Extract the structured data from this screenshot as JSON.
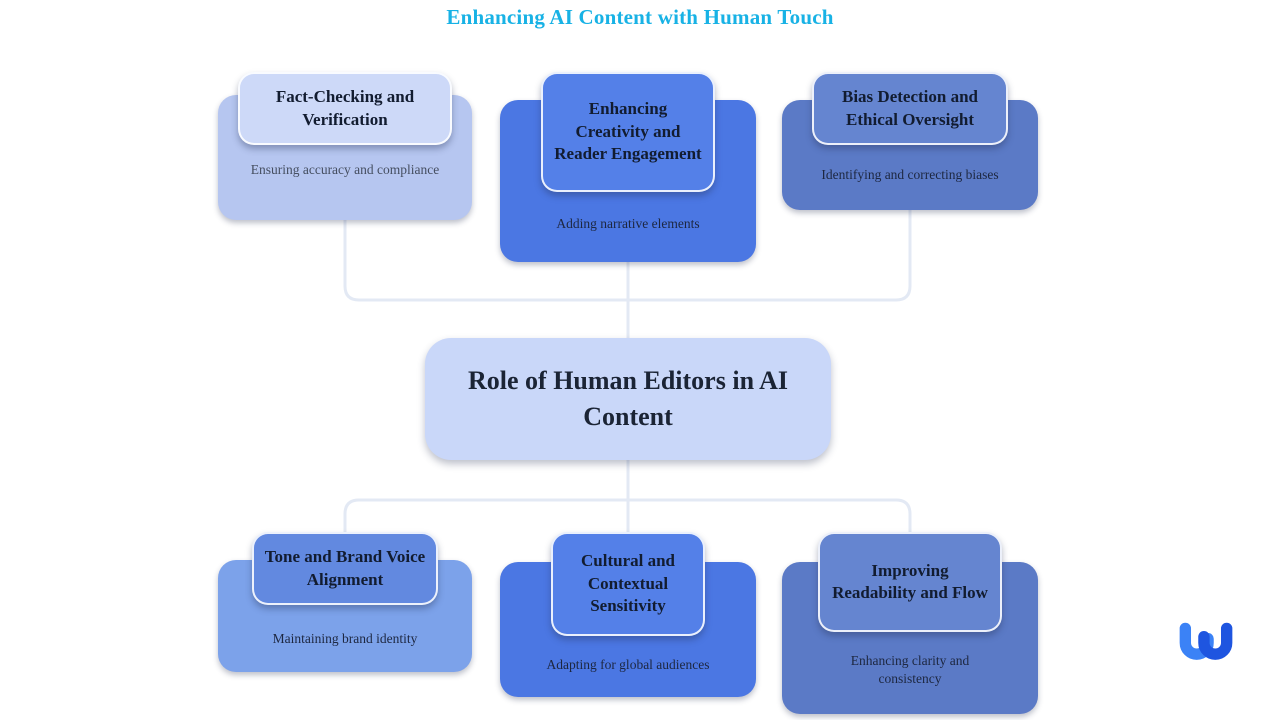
{
  "title": "Enhancing AI Content with Human Touch",
  "center": {
    "label": "Role of Human Editors in AI Content"
  },
  "branches": [
    {
      "title": "Fact-Checking and Verification",
      "description": "Ensuring accuracy and compliance"
    },
    {
      "title": "Enhancing Creativity and Reader Engagement",
      "description": "Adding narrative elements"
    },
    {
      "title": "Bias Detection and Ethical Oversight",
      "description": "Identifying and correcting biases"
    },
    {
      "title": "Tone and Brand Voice Alignment",
      "description": "Maintaining brand identity"
    },
    {
      "title": "Cultural and Contextual Sensitivity",
      "description": "Adapting for global audiences"
    },
    {
      "title": "Improving Readability and Flow",
      "description": "Enhancing clarity and consistency"
    }
  ],
  "logo": {
    "name": "whimsical-logo"
  },
  "colors": {
    "title": "#18b2e5",
    "center_node": "#c9d7f9",
    "branch_light_outer": "#b6c6f0",
    "branch_light_header": "#cdd9f8",
    "branch_vivid_outer": "#4b77e3",
    "branch_vivid_header": "#5480e8",
    "branch_slate_outer": "#5b7ac6",
    "branch_slate_header": "#6585d0",
    "branch_sky_outer": "#7ca2ea",
    "branch_sky_header": "#6289e0",
    "connector": "#e3e9f4",
    "logo_light": "#3b82f6",
    "logo_dark": "#1e55e0",
    "text_dark": "#121c30"
  }
}
